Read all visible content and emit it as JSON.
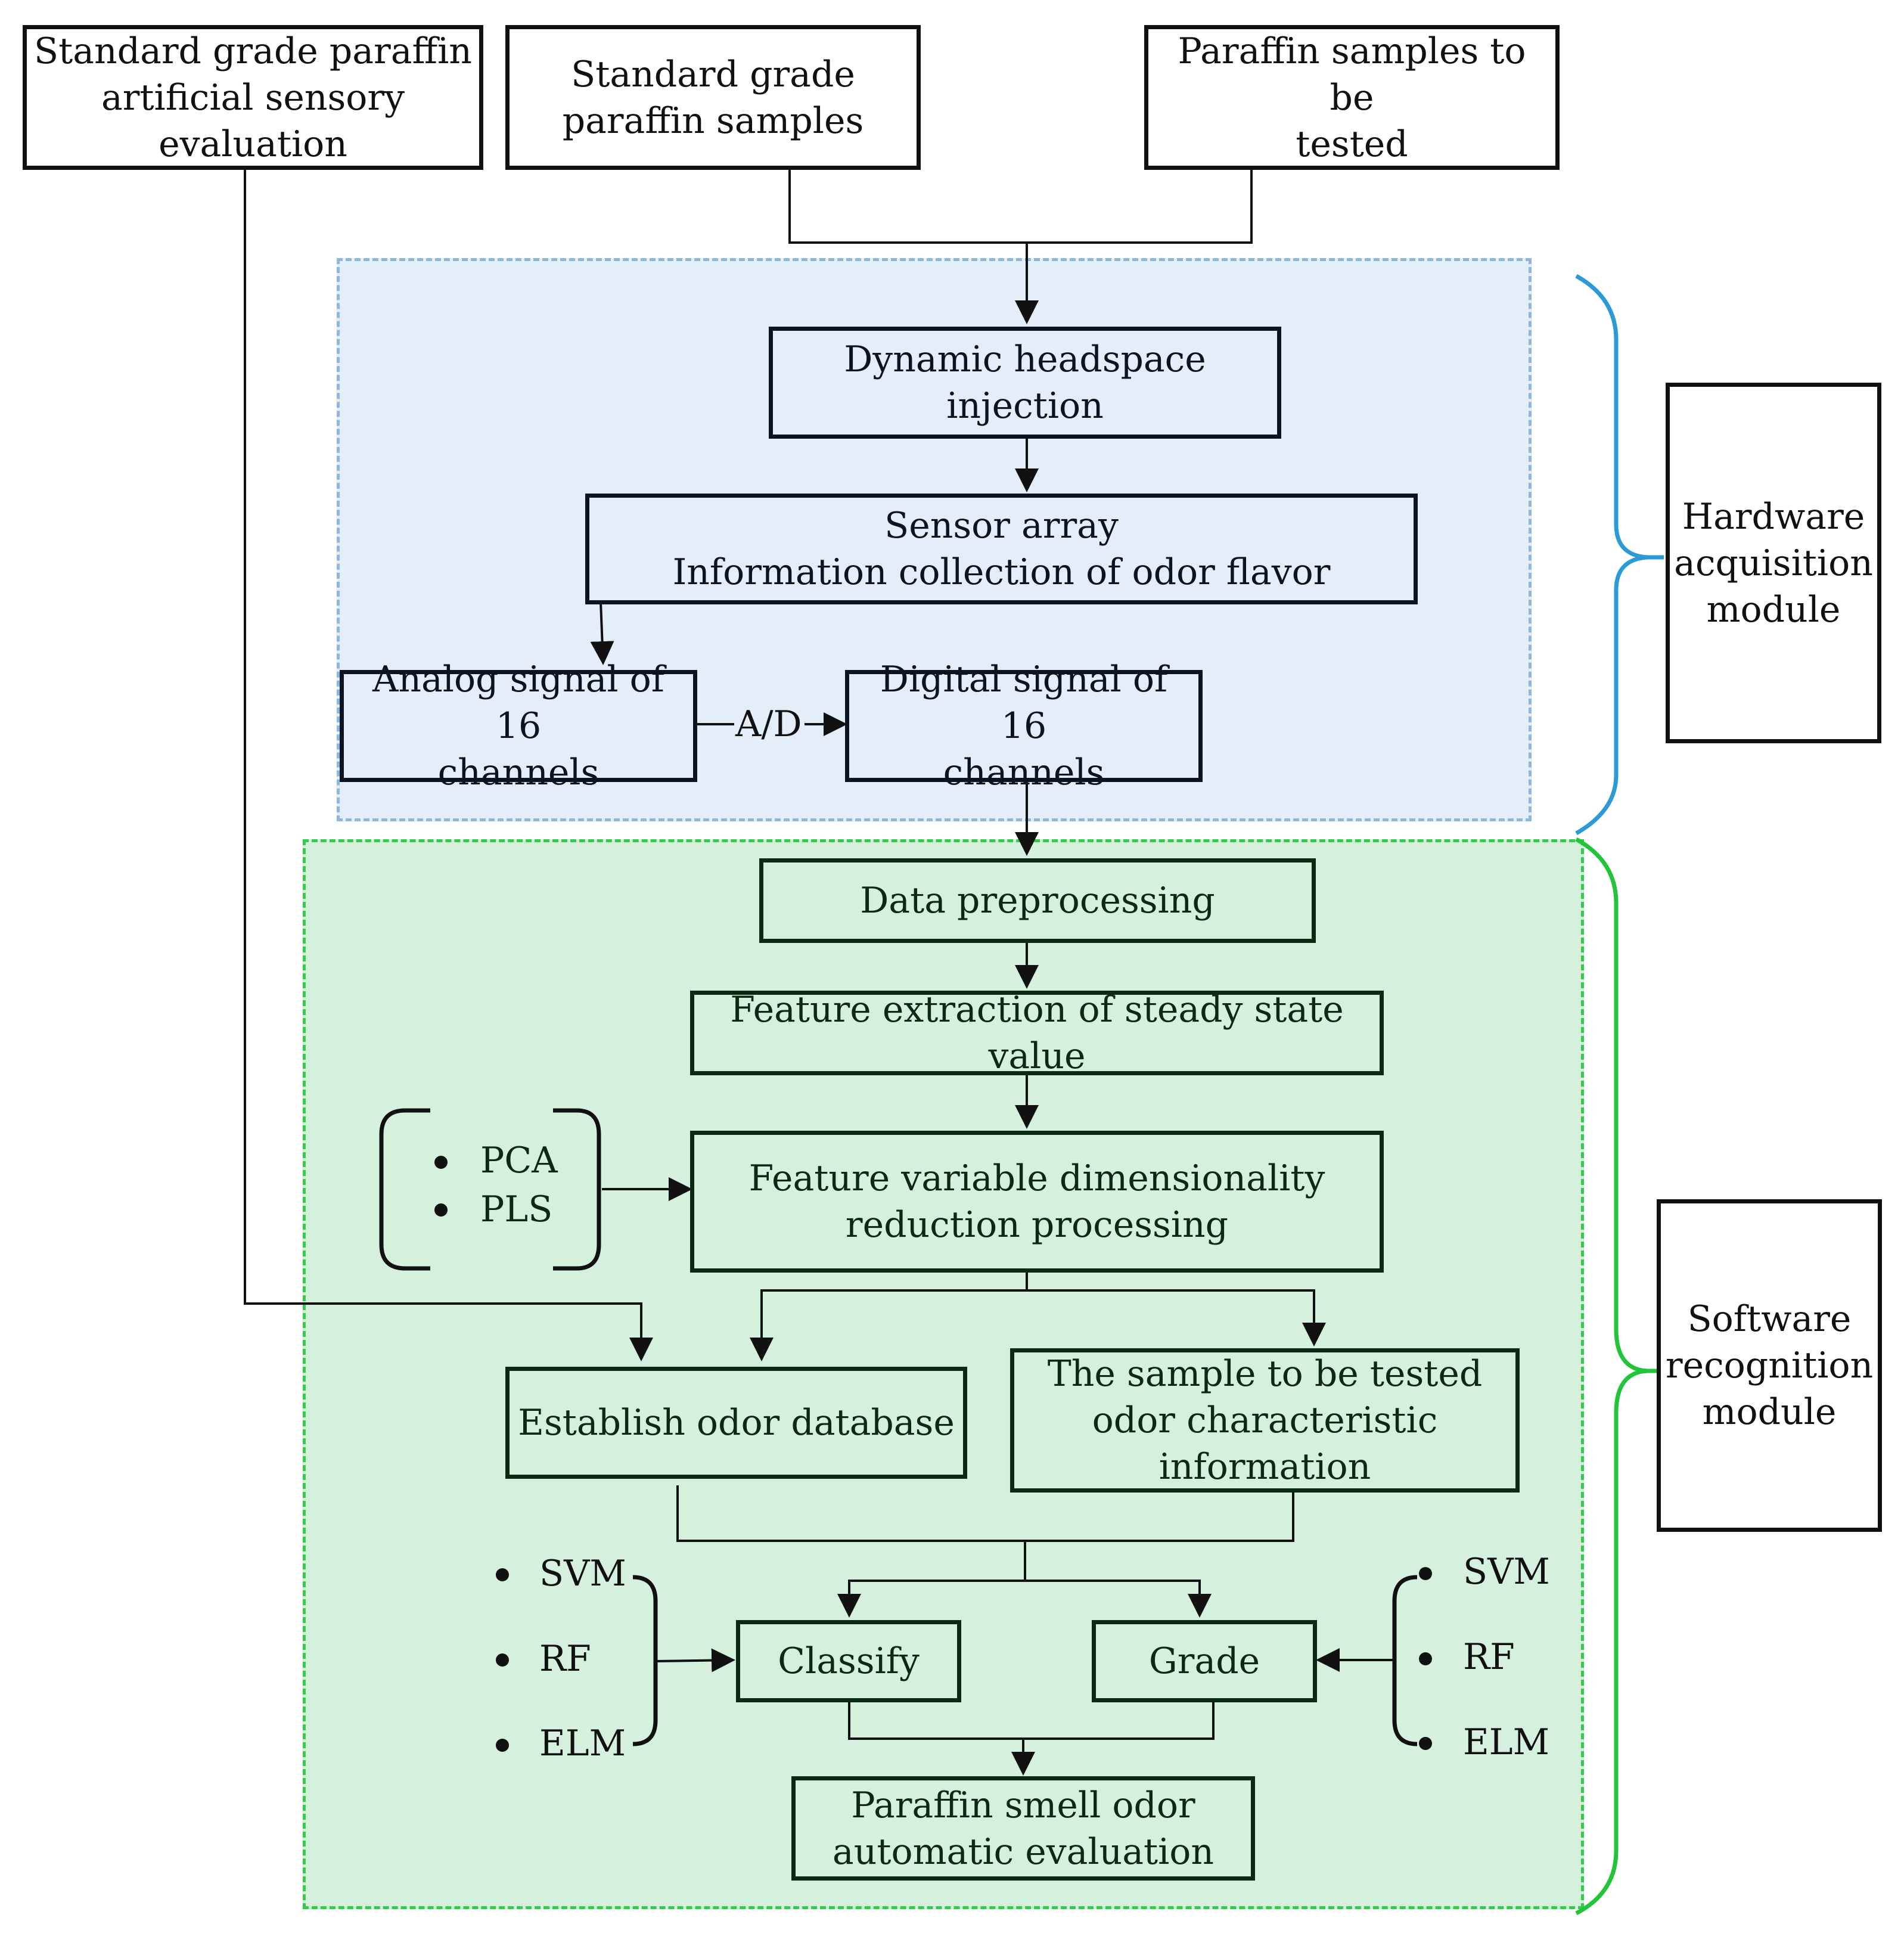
{
  "inputs": {
    "sensory_eval": "Standard grade paraffin\nartificial sensory\nevaluation",
    "standard_samples": "Standard grade\nparaffin samples",
    "test_samples": "Paraffin samples to be\ntested"
  },
  "hardware": {
    "module_label": "Hardware\nacquisition\nmodule",
    "injection": "Dynamic headspace\ninjection",
    "sensor_array": "Sensor array\nInformation collection of odor flavor",
    "analog": "Analog signal of 16\nchannels",
    "ad_label": "A/D",
    "digital": "Digital signal of 16\nchannels"
  },
  "software": {
    "module_label": "Software\nrecognition\nmodule",
    "preprocessing": "Data preprocessing",
    "feature_extraction": "Feature extraction of steady state value",
    "dim_reduction": "Feature variable dimensionality\nreduction processing",
    "dim_methods": [
      "PCA",
      "PLS"
    ],
    "database": "Establish odor database",
    "test_info": "The sample to be tested\nodor characteristic\ninformation",
    "classify": "Classify",
    "grade": "Grade",
    "classify_methods": [
      "SVM",
      "RF",
      "ELM"
    ],
    "grade_methods": [
      "SVM",
      "RF",
      "ELM"
    ],
    "output": "Paraffin smell odor\nautomatic evaluation"
  },
  "colors": {
    "hardware_fill": "#e3eef8",
    "hardware_dash": "#8fb7de",
    "hardware_brace": "#2b9ad6",
    "software_fill": "#d6f0de",
    "software_dash": "#33cc4a",
    "software_brace": "#22c43a",
    "line": "#111111"
  }
}
